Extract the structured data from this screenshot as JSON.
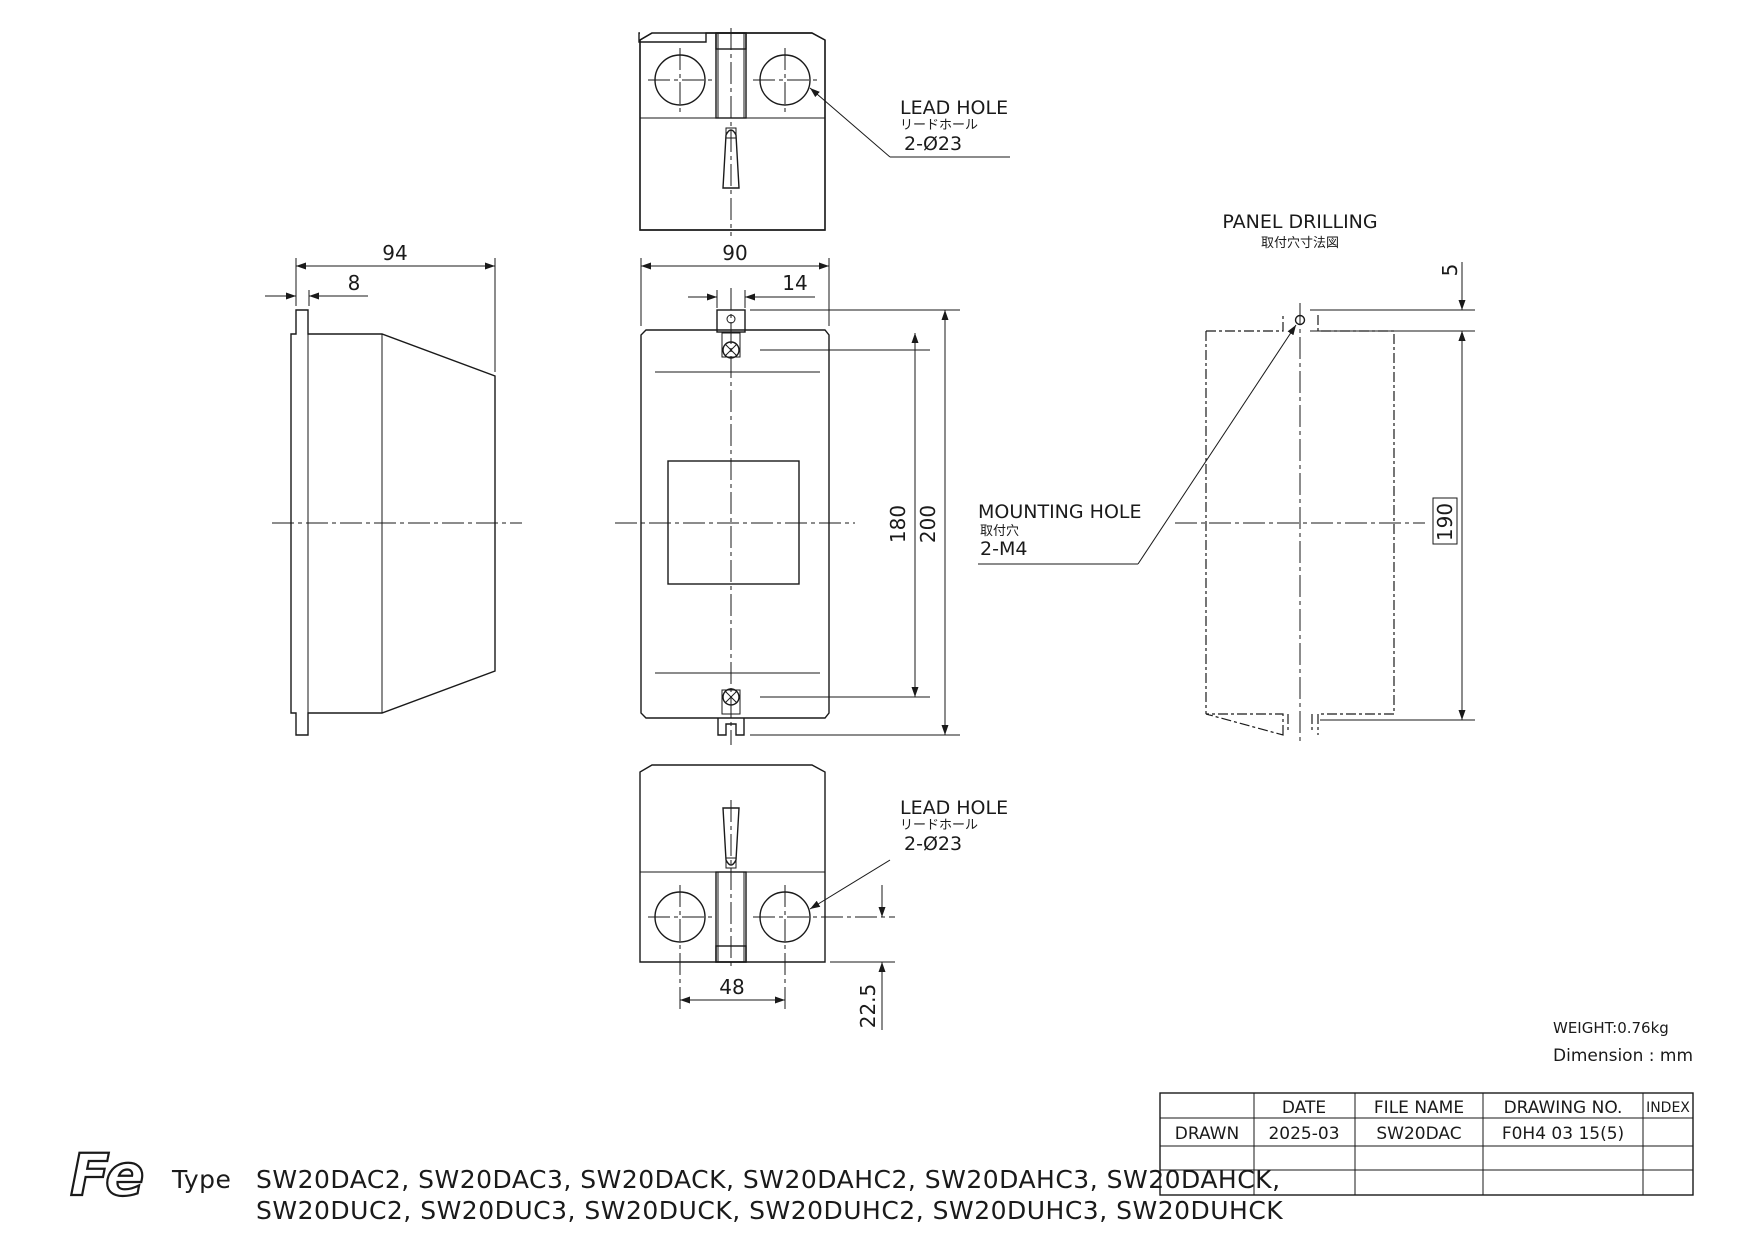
{
  "top_view": {
    "lead_hole_label": "LEAD HOLE",
    "lead_hole_jp": "リードホール",
    "lead_hole_spec": "2-Ø23"
  },
  "bottom_view": {
    "lead_hole_label": "LEAD HOLE",
    "lead_hole_jp": "リードホール",
    "lead_hole_spec": "2-Ø23",
    "dim_hole_pitch": "48",
    "dim_hole_height": "22.5"
  },
  "side_view": {
    "dim_depth": "94",
    "dim_flange": "8"
  },
  "front_view": {
    "dim_width": "90",
    "dim_tab": "14",
    "dim_body_height": "180",
    "dim_total_height": "200",
    "mounting_hole_label": "MOUNTING HOLE",
    "mounting_hole_jp": "取付穴",
    "mounting_hole_spec": "2-M4"
  },
  "panel_drilling": {
    "title": "PANEL DRILLING",
    "title_jp": "取付穴寸法図",
    "dim_offset": "5",
    "dim_pitch": "190"
  },
  "notes": {
    "weight": "WEIGHT:0.76kg",
    "dimension_unit": "Dimension : mm"
  },
  "title_block": {
    "headers": [
      "DATE",
      "FILE NAME",
      "DRAWING NO.",
      "INDEX"
    ],
    "row_label": "DRAWN",
    "date": "2025-03",
    "file_name": "SW20DAC",
    "drawing_no": "F0H4 03 15(5)",
    "index": ""
  },
  "logo": {
    "icon": "fe-logo",
    "text": "Fe"
  },
  "type_label": "Type",
  "models_line1": "SW20DAC2, SW20DAC3, SW20DACK, SW20DAHC2, SW20DAHC3, SW20DAHCK,",
  "models_line2": "SW20DUC2, SW20DUC3, SW20DUCK, SW20DUHC2, SW20DUHC3, SW20DUHCK"
}
